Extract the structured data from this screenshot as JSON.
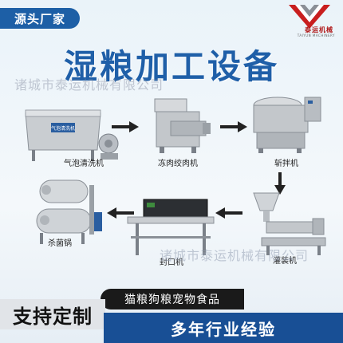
{
  "header": {
    "tag": "源头厂家",
    "logo_name": "泰运机械",
    "logo_sub": "TAIYUN MACHINERY"
  },
  "title": "湿粮加工设备",
  "watermark": "诸城市泰运机械有限公司",
  "machines": [
    {
      "label": "气泡清洗机",
      "plate": "气泡清洗机"
    },
    {
      "label": "冻肉绞肉机"
    },
    {
      "label": "斩拌机"
    },
    {
      "label": "灌装机"
    },
    {
      "label": "封口机"
    },
    {
      "label": "杀菌锅"
    }
  ],
  "footer": {
    "pill": "猫粮狗粮宠物食品",
    "support": "支持定制",
    "years": "多年行业经验"
  },
  "colors": {
    "brand_blue": "#1d5fa6",
    "logo_red": "#b01818",
    "footer_blue": "#184f95"
  }
}
